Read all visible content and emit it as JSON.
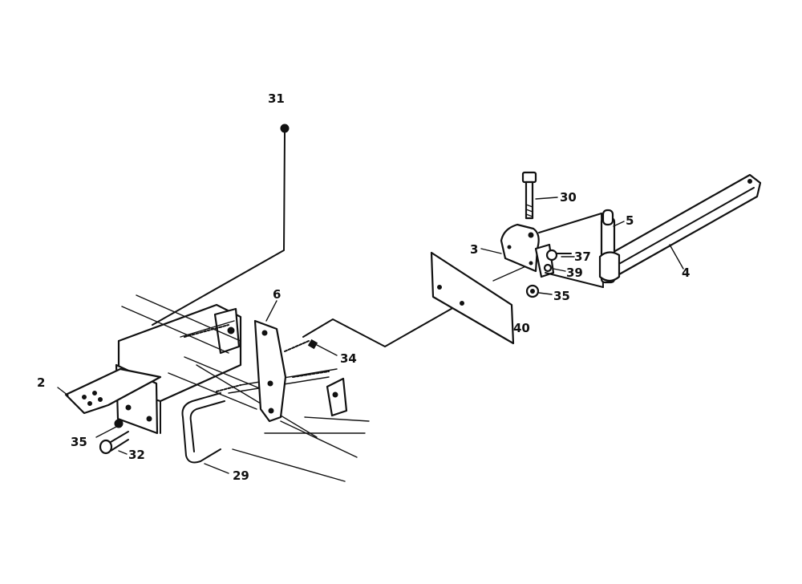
{
  "callouts": {
    "c31": "31",
    "c30": "30",
    "c5": "5",
    "c3": "3",
    "c37": "37",
    "c39": "39",
    "c4": "4",
    "c35a": "35",
    "c6": "6",
    "c40": "40",
    "c34": "34",
    "c2": "2",
    "c35b": "35",
    "c32": "32",
    "c29": "29"
  }
}
